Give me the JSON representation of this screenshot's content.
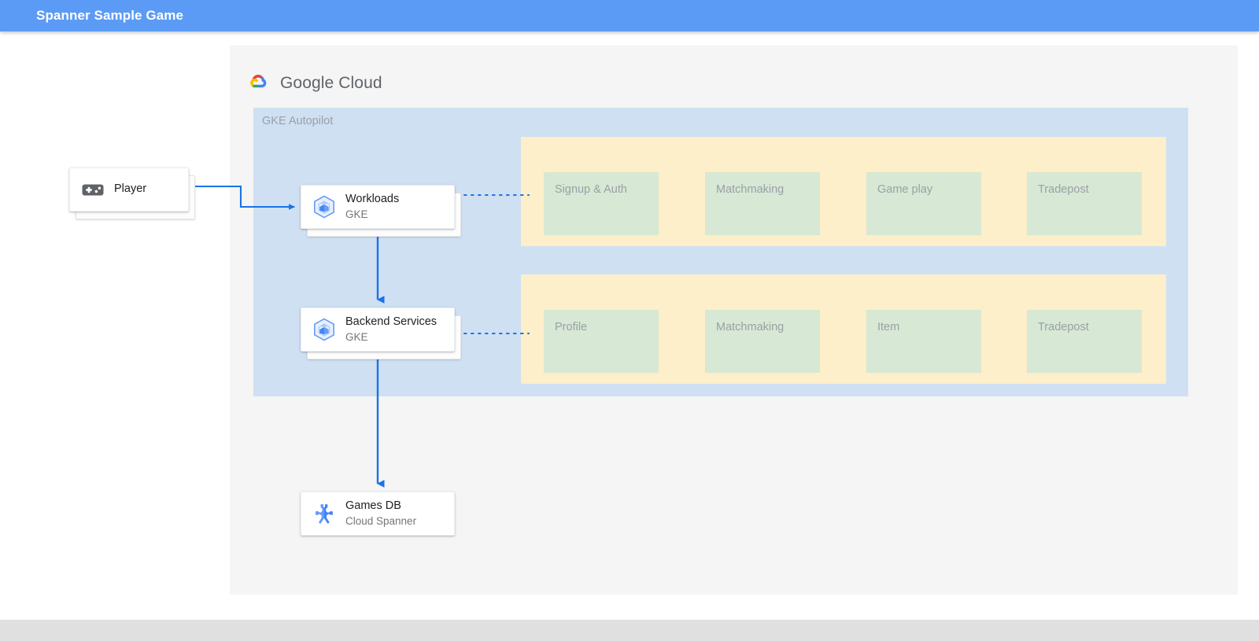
{
  "app": {
    "title": "Spanner Sample Game",
    "title_bar_color": "#5b9bf5",
    "background_color": "#ffffff"
  },
  "diagram": {
    "panel": {
      "name": "google-cloud-panel",
      "background_color": "#f5f5f5",
      "logo_icon": "google-cloud-logo-icon",
      "wordmark_primary": "Google",
      "wordmark_secondary": "Cloud"
    },
    "gke_region": {
      "label": "GKE Autopilot",
      "background_color": "#cfe0f3",
      "label_color": "#9aa0a6"
    },
    "service_rows": [
      {
        "name": "workloads-services-row",
        "background_color": "#fdefc9",
        "boxes": [
          {
            "label": "Signup & Auth"
          },
          {
            "label": "Matchmaking"
          },
          {
            "label": "Game play"
          },
          {
            "label": "Tradepost"
          }
        ]
      },
      {
        "name": "backend-services-row",
        "background_color": "#fdefc9",
        "boxes": [
          {
            "label": "Profile"
          },
          {
            "label": "Matchmaking"
          },
          {
            "label": "Item"
          },
          {
            "label": "Tradepost"
          }
        ]
      }
    ],
    "service_box_color": "#d7e8d4",
    "nodes": [
      {
        "id": "player",
        "title": "Player",
        "subtitle": "",
        "icon": "gamepad-icon"
      },
      {
        "id": "workloads",
        "title": "Workloads",
        "subtitle": "GKE",
        "icon": "gke-icon"
      },
      {
        "id": "backend",
        "title": "Backend Services",
        "subtitle": "GKE",
        "icon": "gke-icon"
      },
      {
        "id": "gamesdb",
        "title": "Games DB",
        "subtitle": "Cloud Spanner",
        "icon": "cloud-spanner-icon"
      }
    ],
    "connector_color": "#1a73e8",
    "connectors": [
      {
        "name": "player-to-workloads",
        "style": "solid-arrow"
      },
      {
        "name": "workloads-to-backend",
        "style": "solid-arrow"
      },
      {
        "name": "backend-to-gamesdb",
        "style": "solid-arrow"
      },
      {
        "name": "workloads-to-services-row-1",
        "style": "dotted"
      },
      {
        "name": "backend-to-services-row-2",
        "style": "dotted"
      }
    ]
  },
  "footer": {
    "background_color": "#e0e0e0"
  }
}
